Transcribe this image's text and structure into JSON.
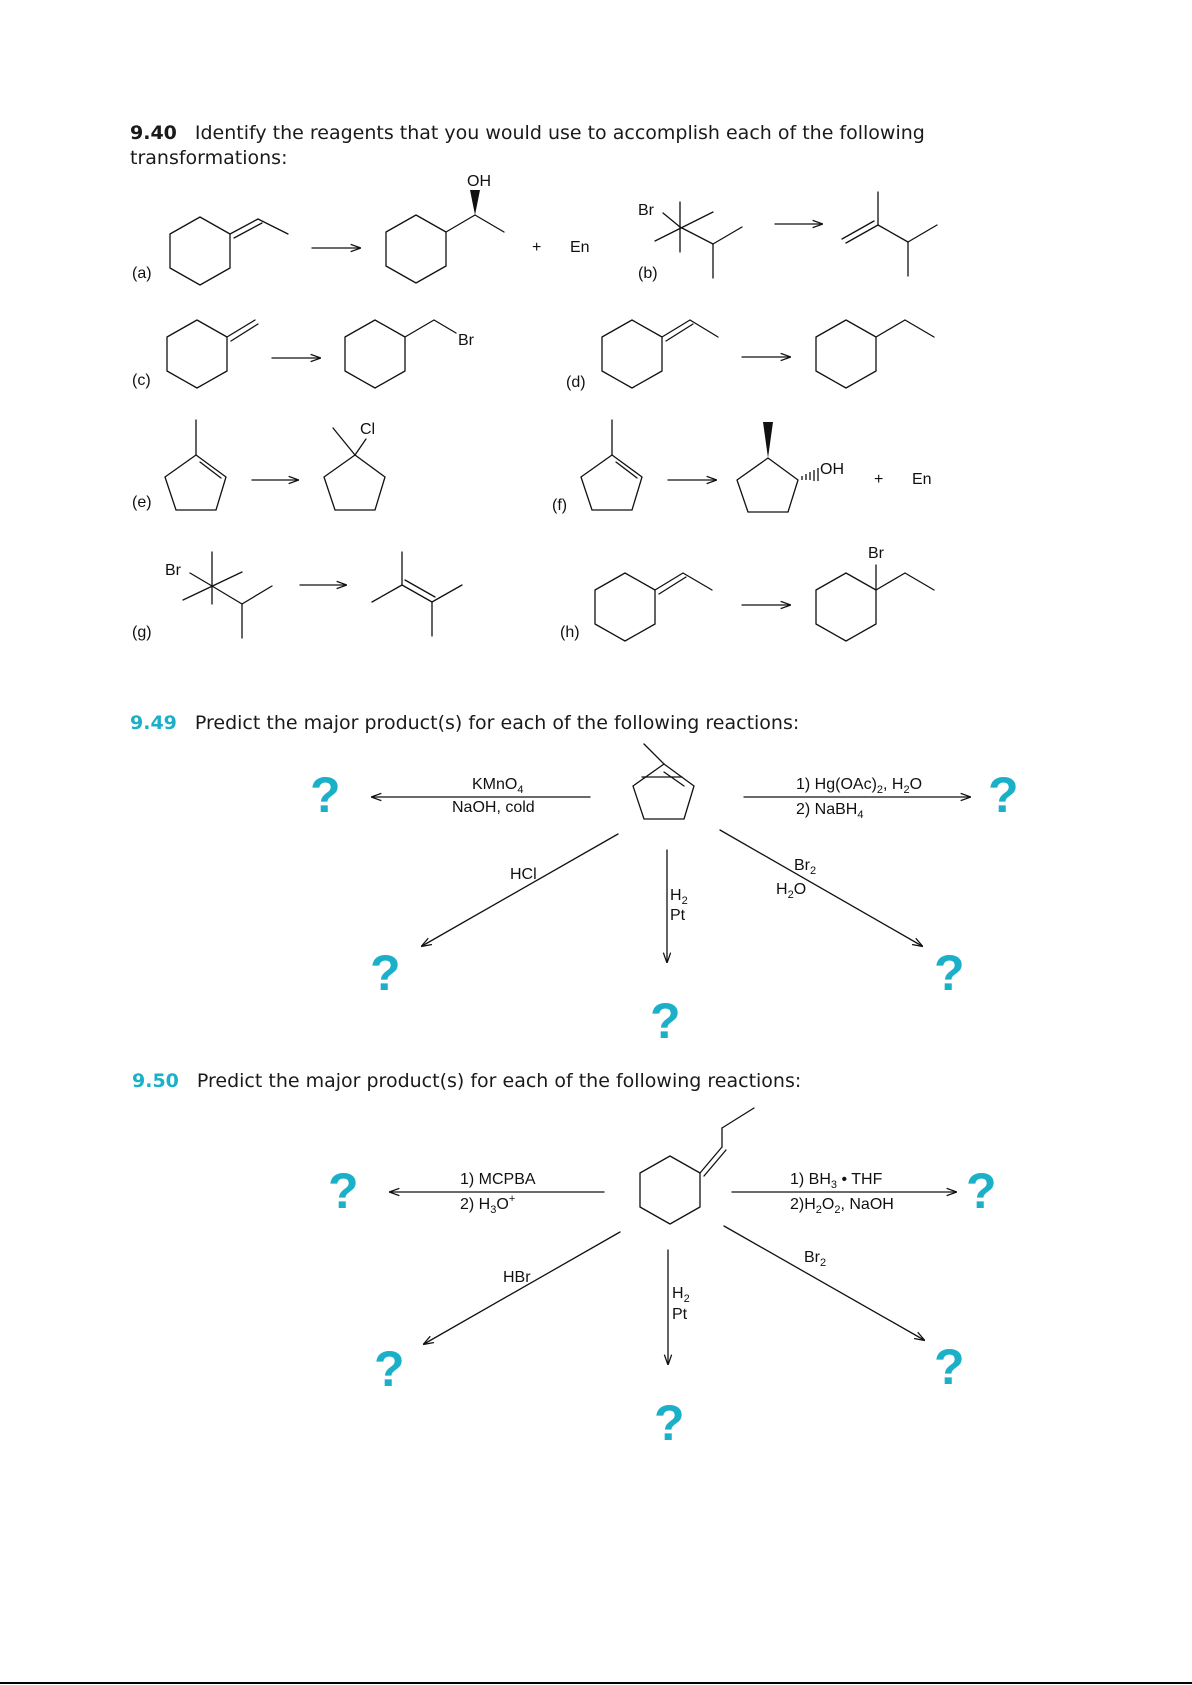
{
  "accent_color": "#1cb0c8",
  "problem_940": {
    "number": "9.40",
    "prompt_line1": "Identify the reagents that you would use to accomplish each of the following",
    "prompt_line2": "transformations:",
    "labels": {
      "a": "(a)",
      "b": "(b)",
      "c": "(c)",
      "d": "(d)",
      "e": "(e)",
      "f": "(f)",
      "g": "(g)",
      "h": "(h)"
    },
    "oh": "OH",
    "br": "Br",
    "cl": "Cl",
    "plus": "+",
    "en": "En"
  },
  "problem_949": {
    "number": "9.49",
    "prompt": "Predict the major product(s) for each of the following reactions:",
    "question_mark": "?",
    "reagent_left_1": "KMnO",
    "reagent_left_1_sub": "4",
    "reagent_left_2": "NaOH, cold",
    "reagent_right_1": "1) Hg(OAc)",
    "reagent_right_1_sub": "2",
    "reagent_right_1b": ", H",
    "reagent_right_1b_sub": "2",
    "reagent_right_1c": "O",
    "reagent_right_2": "2) NaBH",
    "reagent_right_2_sub": "4",
    "reagent_hcl": "HCl",
    "reagent_h2_a": "H",
    "reagent_h2_sub": "2",
    "reagent_pt": "Pt",
    "reagent_br2": "Br",
    "reagent_br2_sub": "2",
    "reagent_h2o_a": "H",
    "reagent_h2o_sub": "2",
    "reagent_h2o_b": "O"
  },
  "problem_950": {
    "number": "9.50",
    "prompt": "Predict the major product(s) for each of the following reactions:",
    "question_mark": "?",
    "reagent_left_1": "1) MCPBA",
    "reagent_left_2a": "2) H",
    "reagent_left_2_sub": "3",
    "reagent_left_2b": "O",
    "reagent_left_2_sup": "+",
    "reagent_right_1a": "1) BH",
    "reagent_right_1_sub": "3",
    "reagent_right_1b": " • THF",
    "reagent_right_2a": "2)H",
    "reagent_right_2_sub1": "2",
    "reagent_right_2b": "O",
    "reagent_right_2_sub2": "2",
    "reagent_right_2c": ", NaOH",
    "reagent_hbr": "HBr",
    "reagent_h2_a": "H",
    "reagent_h2_sub": "2",
    "reagent_pt": "Pt",
    "reagent_br2": "Br",
    "reagent_br2_sub": "2"
  }
}
